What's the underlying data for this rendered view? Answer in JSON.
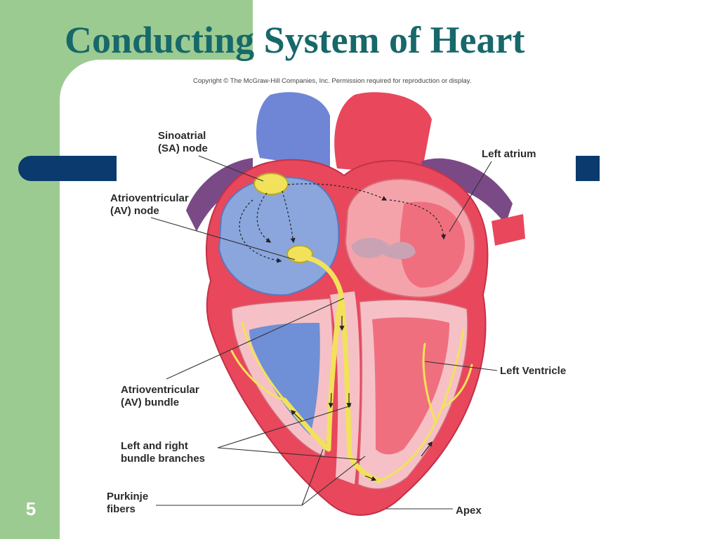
{
  "slide": {
    "title": "Conducting System of Heart",
    "number": "5"
  },
  "figure": {
    "copyright": "Copyright © The McGraw-Hill Companies, Inc. Permission required for reproduction or display.",
    "labels": {
      "sa_line1": "Sinoatrial",
      "sa_line2": "(SA) node",
      "av_line1": "Atrioventricular",
      "av_line2": "(AV) node",
      "avb_line1": "Atrioventricular",
      "avb_line2": "(AV) bundle",
      "bb_line1": "Left and right",
      "bb_line2": "bundle branches",
      "pk_line1": "Purkinje",
      "pk_line2": "fibers",
      "left_atrium": "Left atrium",
      "left_ventricle": "Left Ventricle",
      "apex": "Apex"
    }
  },
  "colors": {
    "green": "#9ccb92",
    "navy": "#0b3a6e",
    "title": "#17686a",
    "muscle": "#e8475c",
    "oxy_chamber": "#f5a3ab",
    "deoxy_chamber": "#8aa6dd",
    "conduction": "#f2e25a"
  }
}
